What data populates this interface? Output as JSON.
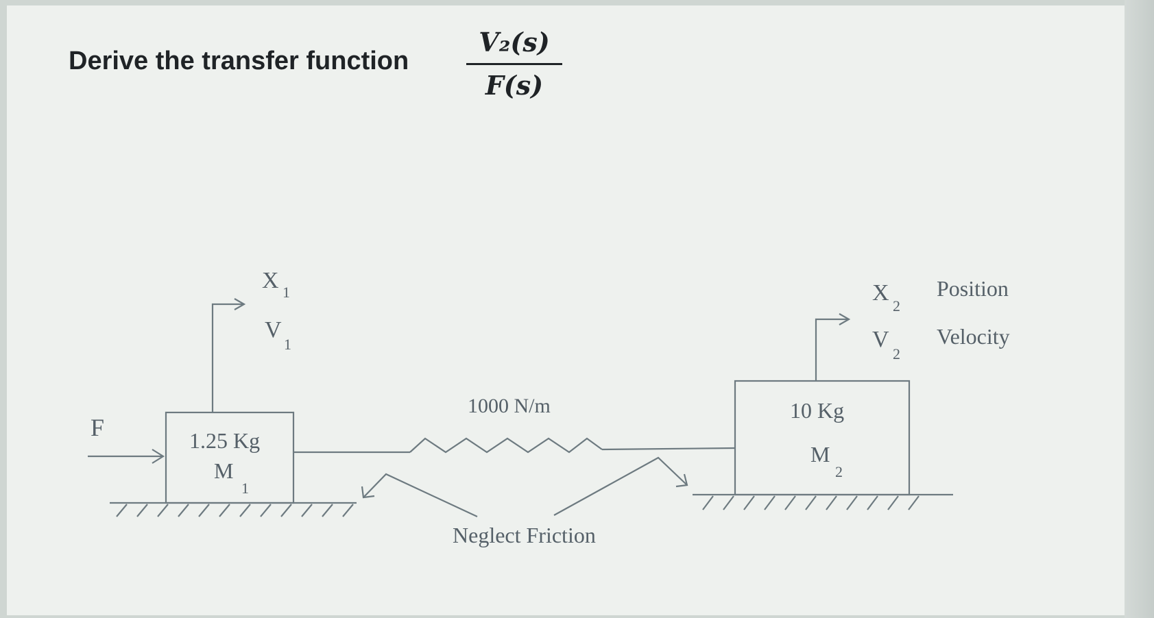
{
  "question": {
    "prefix": "Derive the transfer function",
    "numerator": "V₂(s)",
    "denominator": "F(s)"
  },
  "diagram": {
    "force_label": "F",
    "mass1": {
      "value": "1.25 Kg",
      "symbol": "M",
      "subscript": "1"
    },
    "mass2": {
      "value": "10 Kg",
      "symbol": "M",
      "subscript": "2"
    },
    "spring_label": "1000 N/m",
    "x1": {
      "symbol": "X",
      "subscript": "1"
    },
    "v1": {
      "symbol": "V",
      "subscript": "1"
    },
    "x2": {
      "symbol": "X",
      "subscript": "2"
    },
    "v2": {
      "symbol": "V",
      "subscript": "2"
    },
    "legend_position": "Position",
    "legend_velocity": "Velocity",
    "friction_note": "Neglect Friction",
    "line_color": "#6d7a80"
  }
}
